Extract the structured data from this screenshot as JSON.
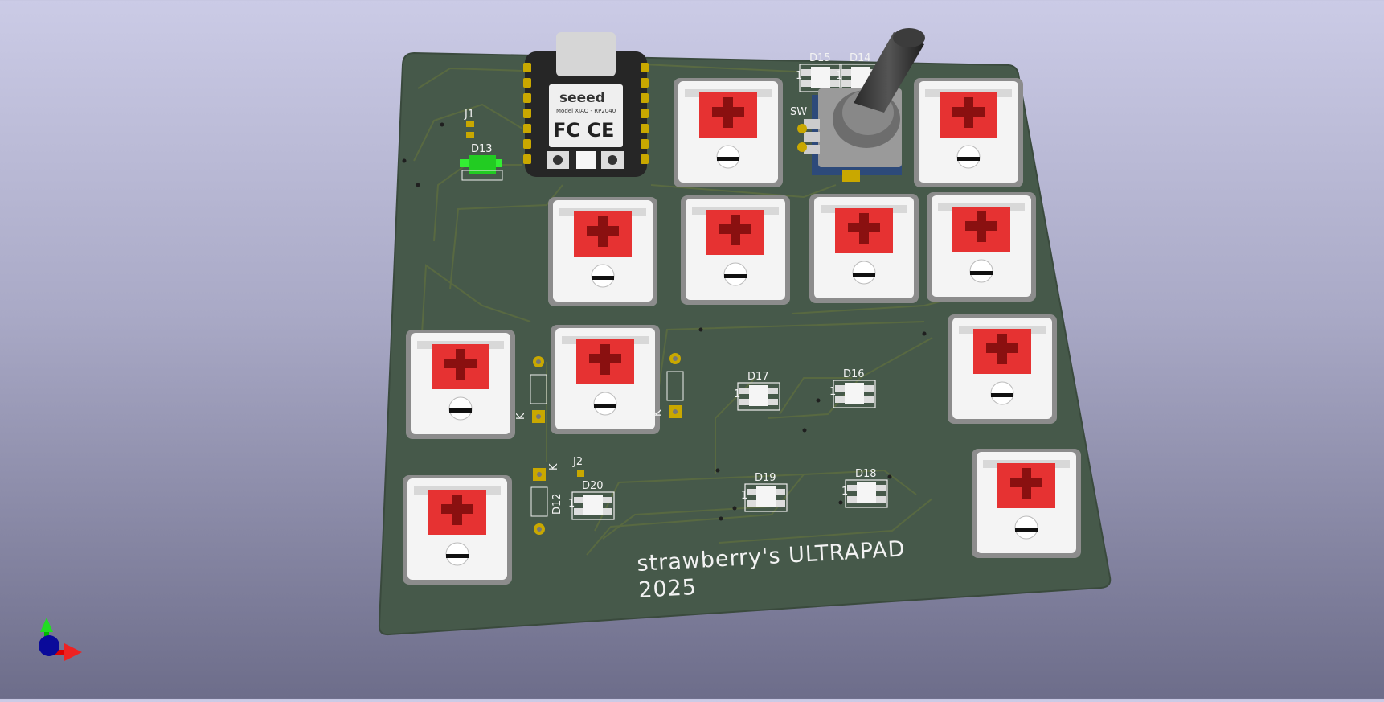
{
  "board": {
    "silkscreen_title": "strawberry's ULTRAPAD",
    "silkscreen_year": "2025",
    "colors": {
      "pcb": "#46594a",
      "trace": "#5a6b3e",
      "pad": "#c9a800",
      "switch_stem": "#e63232",
      "switch_housing": "#f4f4f4",
      "led_lit": "#33ee33"
    }
  },
  "mcu": {
    "brand": "seeed",
    "model": "Model XIAO - RP2040",
    "marks": "FC CE"
  },
  "refs": {
    "J1": "J1",
    "J2": "J2",
    "D12": "D12",
    "D13": "D13",
    "D14": "D14",
    "D15": "D15",
    "D16": "D16",
    "D17": "D17",
    "D18": "D18",
    "D19": "D19",
    "D20": "D20",
    "SW": "SW",
    "K": "K",
    "pin1": "1"
  }
}
